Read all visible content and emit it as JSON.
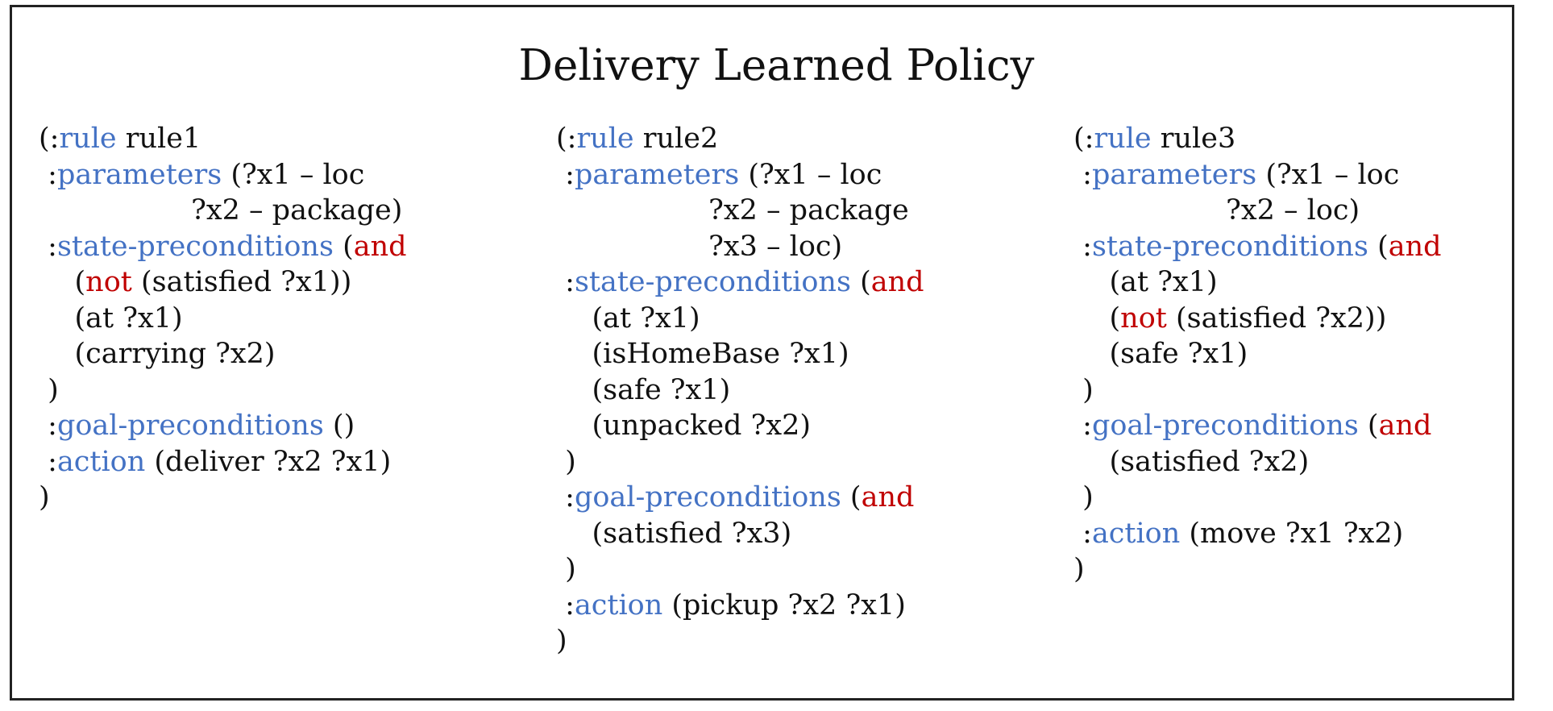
{
  "title": "Delivery Learned Policy",
  "colors": {
    "keyword": "#4472c4",
    "operator": "#c00000",
    "text": "#111111",
    "border": "#222222"
  },
  "rules": [
    {
      "lines": [
        {
          "indent": "",
          "segments": [
            {
              "t": "(:",
              "c": "tx"
            },
            {
              "t": "rule",
              "c": "kw"
            },
            {
              "t": " rule1",
              "c": "tx"
            }
          ]
        },
        {
          "indent": " ",
          "segments": [
            {
              "t": ":",
              "c": "tx"
            },
            {
              "t": "parameters",
              "c": "kw"
            },
            {
              "t": " (?x1 – loc",
              "c": "tx"
            }
          ]
        },
        {
          "indent": "                 ",
          "segments": [
            {
              "t": "?x2 – package)",
              "c": "tx"
            }
          ]
        },
        {
          "indent": " ",
          "segments": [
            {
              "t": ":",
              "c": "tx"
            },
            {
              "t": "state-preconditions",
              "c": "kw"
            },
            {
              "t": " (",
              "c": "tx"
            },
            {
              "t": "and",
              "c": "op"
            }
          ]
        },
        {
          "indent": "    ",
          "segments": [
            {
              "t": "(",
              "c": "tx"
            },
            {
              "t": "not",
              "c": "op"
            },
            {
              "t": " (satisfied ?x1))",
              "c": "tx"
            }
          ]
        },
        {
          "indent": "    ",
          "segments": [
            {
              "t": "(at ?x1)",
              "c": "tx"
            }
          ]
        },
        {
          "indent": "    ",
          "segments": [
            {
              "t": "(carrying ?x2)",
              "c": "tx"
            }
          ]
        },
        {
          "indent": " ",
          "segments": [
            {
              "t": ")",
              "c": "tx"
            }
          ]
        },
        {
          "indent": " ",
          "segments": [
            {
              "t": ":",
              "c": "tx"
            },
            {
              "t": "goal-preconditions",
              "c": "kw"
            },
            {
              "t": " ()",
              "c": "tx"
            }
          ]
        },
        {
          "indent": " ",
          "segments": [
            {
              "t": ":",
              "c": "tx"
            },
            {
              "t": "action",
              "c": "kw"
            },
            {
              "t": " (deliver ?x2 ?x1)",
              "c": "tx"
            }
          ]
        },
        {
          "indent": "",
          "segments": [
            {
              "t": ")",
              "c": "tx"
            }
          ]
        }
      ]
    },
    {
      "lines": [
        {
          "indent": "",
          "segments": [
            {
              "t": "(:",
              "c": "tx"
            },
            {
              "t": "rule",
              "c": "kw"
            },
            {
              "t": " rule2",
              "c": "tx"
            }
          ]
        },
        {
          "indent": " ",
          "segments": [
            {
              "t": ":",
              "c": "tx"
            },
            {
              "t": "parameters",
              "c": "kw"
            },
            {
              "t": " (?x1 – loc",
              "c": "tx"
            }
          ]
        },
        {
          "indent": "                 ",
          "segments": [
            {
              "t": "?x2 – package",
              "c": "tx"
            }
          ]
        },
        {
          "indent": "                 ",
          "segments": [
            {
              "t": "?x3 – loc)",
              "c": "tx"
            }
          ]
        },
        {
          "indent": " ",
          "segments": [
            {
              "t": ":",
              "c": "tx"
            },
            {
              "t": "state-preconditions",
              "c": "kw"
            },
            {
              "t": " (",
              "c": "tx"
            },
            {
              "t": "and",
              "c": "op"
            }
          ]
        },
        {
          "indent": "    ",
          "segments": [
            {
              "t": "(at ?x1)",
              "c": "tx"
            }
          ]
        },
        {
          "indent": "    ",
          "segments": [
            {
              "t": "(isHomeBase ?x1)",
              "c": "tx"
            }
          ]
        },
        {
          "indent": "    ",
          "segments": [
            {
              "t": "(safe ?x1)",
              "c": "tx"
            }
          ]
        },
        {
          "indent": "    ",
          "segments": [
            {
              "t": "(unpacked ?x2)",
              "c": "tx"
            }
          ]
        },
        {
          "indent": " ",
          "segments": [
            {
              "t": ")",
              "c": "tx"
            }
          ]
        },
        {
          "indent": " ",
          "segments": [
            {
              "t": ":",
              "c": "tx"
            },
            {
              "t": "goal-preconditions",
              "c": "kw"
            },
            {
              "t": " (",
              "c": "tx"
            },
            {
              "t": "and",
              "c": "op"
            }
          ]
        },
        {
          "indent": "    ",
          "segments": [
            {
              "t": "(satisfied ?x3)",
              "c": "tx"
            }
          ]
        },
        {
          "indent": " ",
          "segments": [
            {
              "t": ")",
              "c": "tx"
            }
          ]
        },
        {
          "indent": " ",
          "segments": [
            {
              "t": ":",
              "c": "tx"
            },
            {
              "t": "action",
              "c": "kw"
            },
            {
              "t": " (pickup ?x2 ?x1)",
              "c": "tx"
            }
          ]
        },
        {
          "indent": "",
          "segments": [
            {
              "t": ")",
              "c": "tx"
            }
          ]
        }
      ]
    },
    {
      "lines": [
        {
          "indent": "",
          "segments": [
            {
              "t": "(:",
              "c": "tx"
            },
            {
              "t": "rule",
              "c": "kw"
            },
            {
              "t": " rule3",
              "c": "tx"
            }
          ]
        },
        {
          "indent": " ",
          "segments": [
            {
              "t": ":",
              "c": "tx"
            },
            {
              "t": "parameters",
              "c": "kw"
            },
            {
              "t": " (?x1 – loc",
              "c": "tx"
            }
          ]
        },
        {
          "indent": "                 ",
          "segments": [
            {
              "t": "?x2 – loc)",
              "c": "tx"
            }
          ]
        },
        {
          "indent": " ",
          "segments": [
            {
              "t": ":",
              "c": "tx"
            },
            {
              "t": "state-preconditions",
              "c": "kw"
            },
            {
              "t": " (",
              "c": "tx"
            },
            {
              "t": "and",
              "c": "op"
            }
          ]
        },
        {
          "indent": "    ",
          "segments": [
            {
              "t": "(at ?x1)",
              "c": "tx"
            }
          ]
        },
        {
          "indent": "    ",
          "segments": [
            {
              "t": "(",
              "c": "tx"
            },
            {
              "t": "not",
              "c": "op"
            },
            {
              "t": " (satisfied ?x2))",
              "c": "tx"
            }
          ]
        },
        {
          "indent": "    ",
          "segments": [
            {
              "t": "(safe ?x1)",
              "c": "tx"
            }
          ]
        },
        {
          "indent": " ",
          "segments": [
            {
              "t": ")",
              "c": "tx"
            }
          ]
        },
        {
          "indent": " ",
          "segments": [
            {
              "t": ":",
              "c": "tx"
            },
            {
              "t": "goal-preconditions",
              "c": "kw"
            },
            {
              "t": " (",
              "c": "tx"
            },
            {
              "t": "and",
              "c": "op"
            }
          ]
        },
        {
          "indent": "    ",
          "segments": [
            {
              "t": "(satisfied ?x2)",
              "c": "tx"
            }
          ]
        },
        {
          "indent": " ",
          "segments": [
            {
              "t": ")",
              "c": "tx"
            }
          ]
        },
        {
          "indent": " ",
          "segments": [
            {
              "t": ":",
              "c": "tx"
            },
            {
              "t": "action",
              "c": "kw"
            },
            {
              "t": " (move ?x1 ?x2)",
              "c": "tx"
            }
          ]
        },
        {
          "indent": "",
          "segments": [
            {
              "t": ")",
              "c": "tx"
            }
          ]
        }
      ]
    }
  ]
}
